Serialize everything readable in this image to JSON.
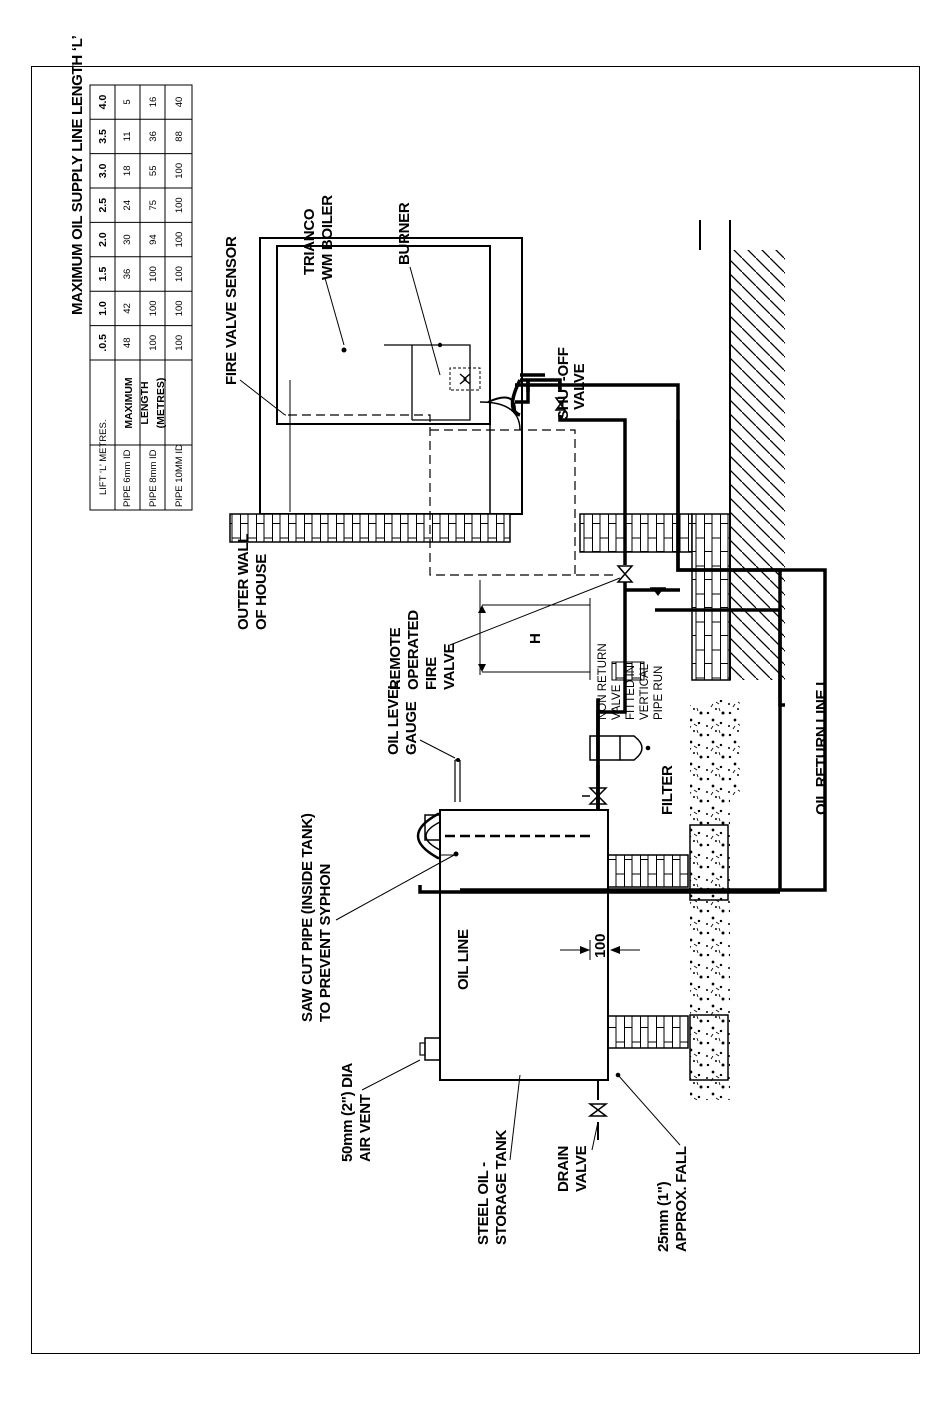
{
  "table": {
    "title": "MAXIMUM OIL SUPPLY LINE LENGTH  ‘L’",
    "lift_header": "LIFT ‘L’ METRES.",
    "lifts": [
      ".0.5",
      "1.0",
      "1.5",
      "2.0",
      "2.5",
      "3.0",
      "3.5",
      "4.0"
    ],
    "max_length_label": [
      "MAXIMUM",
      "LENGTH",
      "(METRES)"
    ],
    "rows": [
      {
        "pipe": "PIPE 6mm ID",
        "values": [
          "48",
          "42",
          "36",
          "30",
          "24",
          "18",
          "11",
          "5"
        ]
      },
      {
        "pipe": "PIPE 8mm ID",
        "values": [
          "100",
          "100",
          "100",
          "94",
          "75",
          "55",
          "36",
          "16"
        ]
      },
      {
        "pipe": "PIPE 10MM ID",
        "values": [
          "100",
          "100",
          "100",
          "100",
          "100",
          "100",
          "88",
          "40"
        ]
      }
    ]
  },
  "labels": {
    "fire_valve_sensor": "FIRE VALVE SENSOR",
    "boiler": [
      "TRIANCO",
      "WM BOILER"
    ],
    "burner": "BURNER",
    "shut_off": [
      "SHUT-OFF",
      "VALVE"
    ],
    "outer_wall": [
      "OUTER WALL",
      "OF HOUSE"
    ],
    "remote_valve": [
      "REMOTE",
      "OPERATED",
      "FIRE",
      "VALVE"
    ],
    "height": "H",
    "non_return": [
      "NON RETURN",
      "VALVE",
      "FITTED IN",
      "VERTICAL",
      "PIPE RUN"
    ],
    "oil_level": [
      "OIL LEVEL",
      "GAUGE"
    ],
    "filter": "FILTER",
    "oil_return": "OIL RETURN LINE L",
    "saw_cut": [
      "SAW CUT PIPE (INSIDE TANK)",
      "TO PREVENT SYPHON"
    ],
    "oil_line": "OIL LINE",
    "dim_100": "100",
    "air_vent": [
      "50mm (2\") DIA",
      "AIR VENT"
    ],
    "storage_tank": [
      "STEEL OIL -",
      "STORAGE TANK"
    ],
    "drain_valve": [
      "DRAIN",
      "VALVE"
    ],
    "fall": [
      "25mm (1\")",
      "APPROX. FALL"
    ]
  }
}
